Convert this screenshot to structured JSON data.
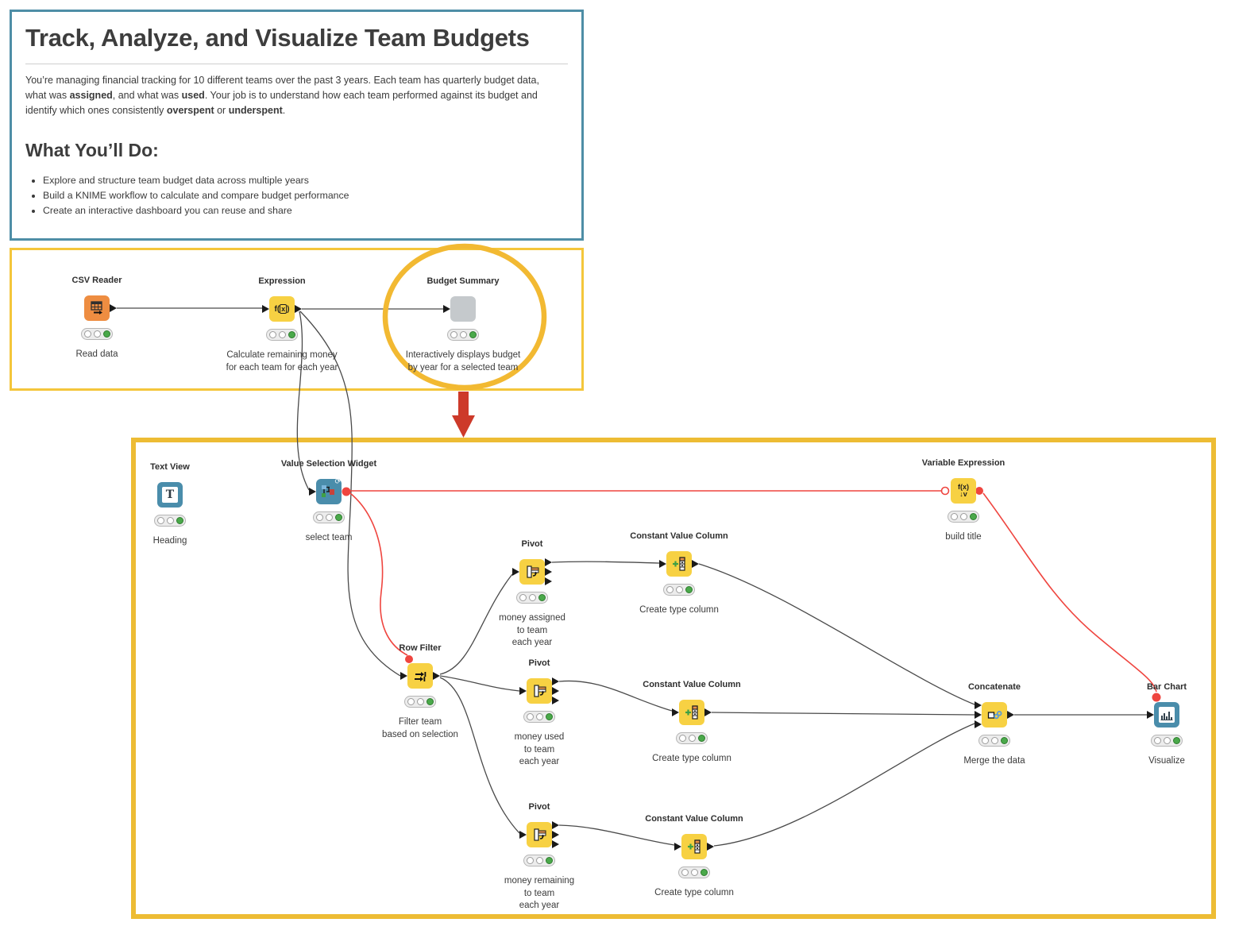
{
  "intro": {
    "title": "Track, Analyze, and Visualize Team Budgets",
    "paragraph": [
      {
        "text": "You’re managing financial tracking for 10 different teams over the past 3 years. Each team has quarterly budget data, what was "
      },
      {
        "text": "assigned",
        "bold": true
      },
      {
        "text": ", and what was "
      },
      {
        "text": "used",
        "bold": true
      },
      {
        "text": ". Your job is to understand how each team performed against its budget and identify which ones consistently "
      },
      {
        "text": "overspent",
        "bold": true
      },
      {
        "text": " or "
      },
      {
        "text": "underspent",
        "bold": true
      },
      {
        "text": "."
      }
    ],
    "subheading": "What You’ll Do:",
    "bullets": [
      "Explore and structure team budget data across multiple years",
      "Build a KNIME workflow to calculate and compare budget performance",
      "Create an interactive dashboard you can reuse and share"
    ]
  },
  "overview_workflow": {
    "all_nodes_status_light": "green",
    "nodes": [
      {
        "label": "CSV Reader",
        "desc": "Read data",
        "icon": "table-arrow-icon",
        "color": "#ee8d41"
      },
      {
        "label": "Expression",
        "desc": "Calculate remaining money\nfor each team for each year",
        "icon": "fx-icon",
        "color": "#f7d143"
      },
      {
        "label": "Budget Summary",
        "desc": "Interactively displays budget\nby year for a selected team",
        "icon": "component-icon",
        "color": "#c5c9cc"
      }
    ],
    "highlight": {
      "shape": "ellipse-around-budget-summary",
      "color": "#f2b932"
    }
  },
  "detail_workflow": {
    "all_nodes_status_light": "green",
    "nodes": [
      {
        "label": "Text View",
        "desc": "Heading",
        "icon": "text-icon",
        "color": "#4a8dab"
      },
      {
        "label": "Value Selection Widget",
        "desc": "select team",
        "icon": "value-selection-icon",
        "color": "#4a8dab"
      },
      {
        "label": "Row Filter",
        "desc": "Filter team\nbased on selection",
        "icon": "row-filter-icon",
        "color": "#f7d143"
      },
      {
        "label": "Pivot",
        "desc": "money assigned\nto team\neach year",
        "icon": "pivot-icon",
        "color": "#f7d143"
      },
      {
        "label": "Constant Value Column",
        "desc": "Create type column",
        "icon": "constant-column-icon",
        "color": "#f7d143"
      },
      {
        "label": "Pivot",
        "desc": "money used\nto team\neach year",
        "icon": "pivot-icon",
        "color": "#f7d143"
      },
      {
        "label": "Constant Value Column",
        "desc": "Create type column",
        "icon": "constant-column-icon",
        "color": "#f7d143"
      },
      {
        "label": "Pivot",
        "desc": "money remaining\nto team\neach year",
        "icon": "pivot-icon",
        "color": "#f7d143"
      },
      {
        "label": "Constant Value Column",
        "desc": "Create type column",
        "icon": "constant-column-icon",
        "color": "#f7d143"
      },
      {
        "label": "Variable Expression",
        "desc": "build title",
        "icon": "fx-variable-icon",
        "color": "#f7d143"
      },
      {
        "label": "Concatenate",
        "desc": "Merge the data",
        "icon": "concatenate-icon",
        "color": "#f7d143"
      },
      {
        "label": "Bar Chart",
        "desc": "Visualize",
        "icon": "bar-chart-icon",
        "color": "#4a8dab"
      }
    ]
  },
  "colors": {
    "intro_border": "#4e8ea6",
    "workflow_border": "#f4c63b",
    "detail_border": "#edbc34",
    "highlight_ellipse": "#f2b932",
    "down_arrow": "#cd3a2a",
    "node_yellow": "#f7d143",
    "node_orange": "#ee8d41",
    "node_blue": "#4a8dab",
    "node_gray": "#c5c9cc",
    "wire_gray": "#4a4a4a",
    "flow_variable_red": "#ef453f",
    "status_green": "#4aa94a"
  }
}
